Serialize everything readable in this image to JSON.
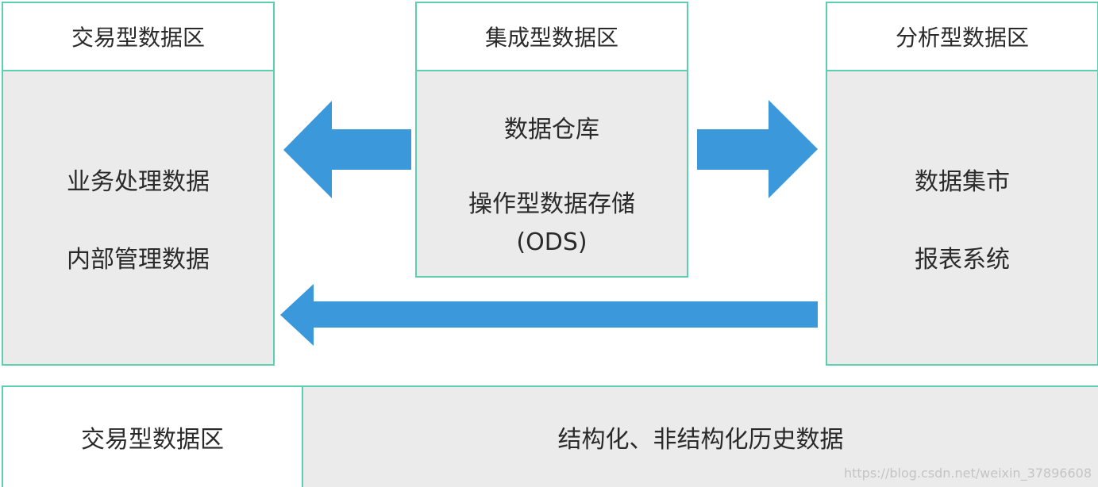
{
  "zones": {
    "transactional": {
      "title": "交易型数据区",
      "lines": [
        "业务处理数据",
        "内部管理数据"
      ]
    },
    "integrated": {
      "title": "集成型数据区",
      "lines": [
        "数据仓库",
        "操作型数据存储",
        "(ODS)"
      ]
    },
    "analytical": {
      "title": "分析型数据区",
      "lines": [
        "数据集市",
        "报表系统"
      ]
    }
  },
  "bottom": {
    "left_label": "交易型数据区",
    "right_label": "结构化、非结构化历史数据"
  },
  "watermark": "https://blog.csdn.net/weixin_37896608",
  "colors": {
    "border": "#5ccfb0",
    "box_fill": "#ebebeb",
    "arrow": "#3a98db"
  }
}
